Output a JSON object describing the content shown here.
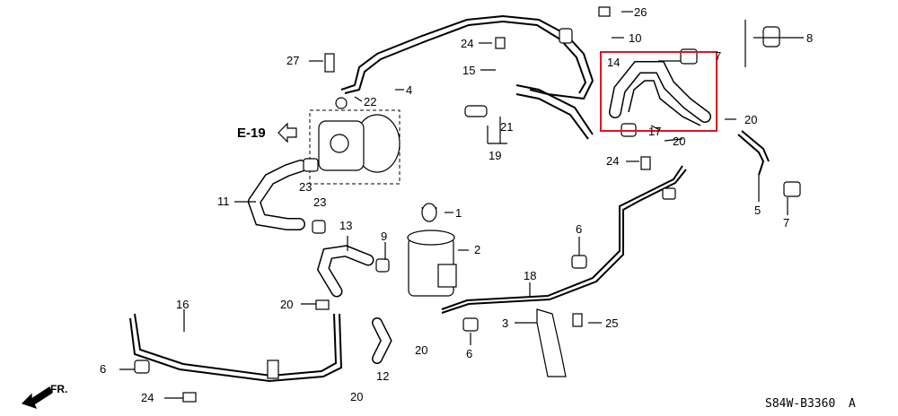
{
  "diagram_code": "S84W-B3360",
  "diagram_code_suffix": "A",
  "ref_tag": "E-19",
  "front_tag": "FR.",
  "labels": {
    "n1": "1",
    "n2": "2",
    "n3": "3",
    "n4": "4",
    "n5": "5",
    "n6a": "6",
    "n6b": "6",
    "n6c": "6",
    "n7a": "7",
    "n7b": "7",
    "n8": "8",
    "n9": "9",
    "n10": "10",
    "n11": "11",
    "n12": "12",
    "n13": "13",
    "n14": "14",
    "n15": "15",
    "n16": "16",
    "n17": "17",
    "n18": "18",
    "n19": "19",
    "n20a": "20",
    "n20b": "20",
    "n20c": "20",
    "n20d": "20",
    "n20e": "20",
    "n21": "21",
    "n22": "22",
    "n23a": "23",
    "n23b": "23",
    "n24a": "24",
    "n24b": "24",
    "n24c": "24",
    "n25": "25",
    "n26": "26",
    "n27": "27"
  },
  "highlight_color": "#e0141e"
}
